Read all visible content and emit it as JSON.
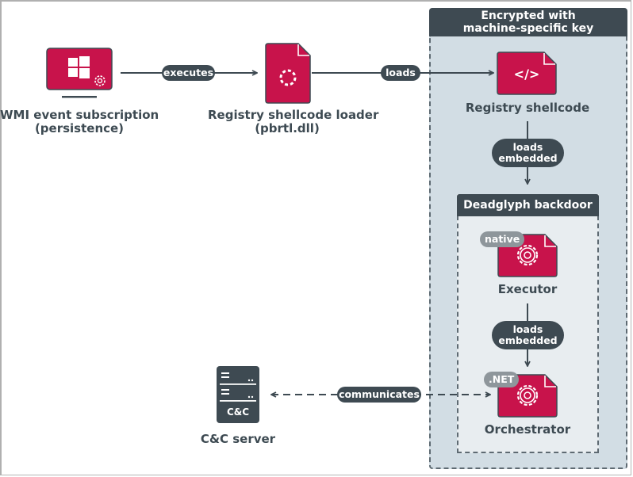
{
  "colors": {
    "accent": "#c8134b",
    "dark": "#3e4a52",
    "region_outer": "#d2dde4",
    "region_inner": "#e8edf0",
    "tag_gray": "#8e969b"
  },
  "nodes": {
    "wmi": {
      "label_line1": "WMI event subscription",
      "label_line2": "(persistence)",
      "icon": "windows-monitor-gear-icon"
    },
    "loader": {
      "label_line1": "Registry shellcode loader",
      "label_line2": "(pbrtl.dll)",
      "icon": "file-loading-icon"
    },
    "shellcode": {
      "label": "Registry shellcode",
      "icon": "file-code-icon",
      "icon_text": "</>"
    },
    "executor": {
      "label": "Executor",
      "tag": "native",
      "icon": "file-gear-icon"
    },
    "orchestrator": {
      "label": "Orchestrator",
      "tag": ".NET",
      "icon": "file-gear-icon"
    },
    "cc": {
      "label": "C&C server",
      "icon_text": "C&C",
      "icon": "server-icon"
    }
  },
  "groups": {
    "encrypted": {
      "title_line1": "Encrypted with",
      "title_line2": "machine-specific key"
    },
    "deadglyph": {
      "title": "Deadglyph backdoor"
    }
  },
  "edges": {
    "executes": "executes",
    "loads": "loads",
    "loads_embedded_1_line1": "loads",
    "loads_embedded_1_line2": "embedded",
    "loads_embedded_2_line1": "loads",
    "loads_embedded_2_line2": "embedded",
    "communicates": "communicates"
  }
}
